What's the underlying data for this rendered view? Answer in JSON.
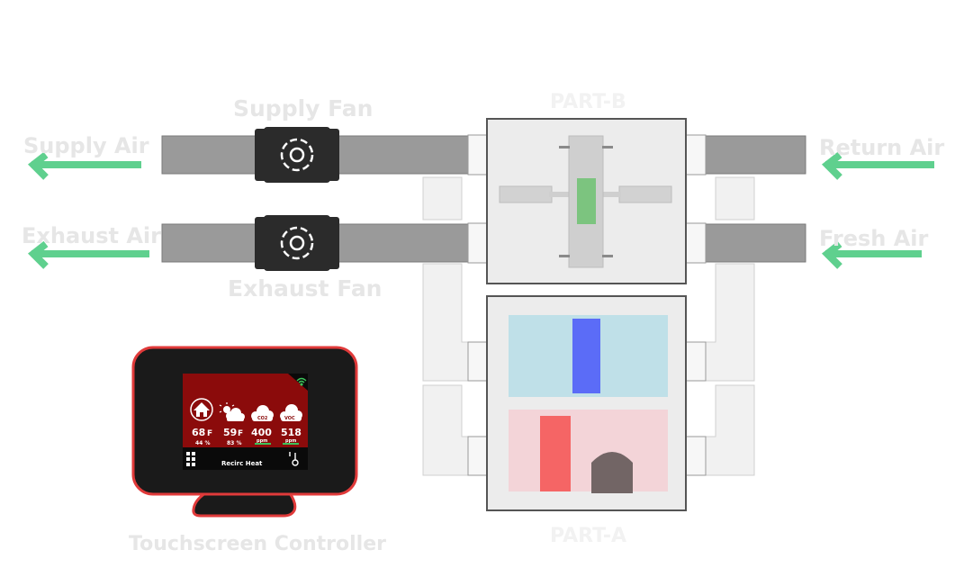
{
  "labels": {
    "supply_air": "Supply Air",
    "exhaust_air": "Exhaust Air",
    "return_air": "Return Air",
    "fresh_air": "Fresh Air",
    "supply_fan": "Supply Fan",
    "exhaust_fan": "Exhaust Fan",
    "part_b": "PART-B",
    "part_a": "PART-A",
    "controller": "Touchscreen Controller"
  },
  "controller_screen": {
    "indoor_temp": "68",
    "indoor_unit": "F",
    "indoor_humidity": "44 %",
    "outdoor_temp": "59",
    "outdoor_unit": "F",
    "outdoor_humidity": "83 %",
    "co2_label": "CO2",
    "co2_value": "400",
    "co2_unit": "ppm",
    "voc_label": "VOC",
    "voc_value": "518",
    "voc_unit": "ppm",
    "mode": "Recirc Heat"
  },
  "colors": {
    "arrow": "#5fd08e",
    "label": "#e6e6e6",
    "duct": "#9a9a9a",
    "fan_body": "#2b2b2b",
    "controller_frame": "#e03a3a",
    "screen_bg": "#8b0b0b",
    "core": "#7cc47f",
    "cooling_coil": "#5b6cf7",
    "heating_coil": "#f56565",
    "cool_zone": "#bfe0e8",
    "heat_zone": "#f3d4d8"
  }
}
